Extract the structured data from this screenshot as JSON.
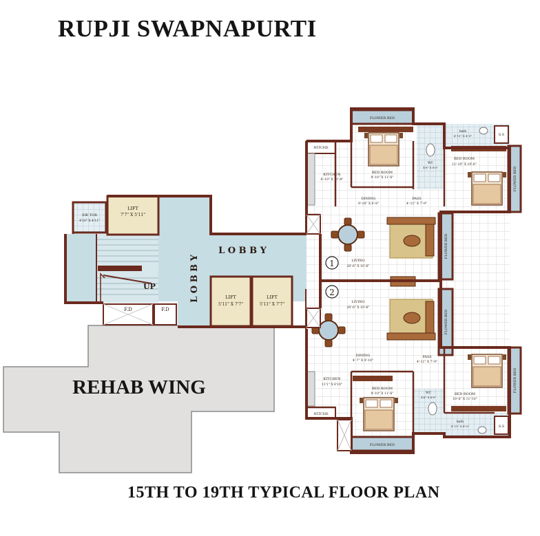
{
  "title": "RUPJI SWAPNAPURTI",
  "subtitle": "15TH TO 19TH TYPICAL FLOOR PLAN",
  "core": {
    "lift_top": "LIFT",
    "lift_top_size": "7'7\" X 5'11\"",
    "sik_tor": "SIK TOR",
    "sik_tor_size": "4'10\" X 4'11\"",
    "lobby_h": "L O B B Y",
    "lobby_v": "L O B B Y",
    "lift_a": "LIFT",
    "lift_a_size": "5'11\" X 7'7\"",
    "lift_b": "LIFT",
    "lift_b_size": "5'11\" X 7'7\"",
    "up": "UP",
    "fd1": "F.D",
    "fd2": "F.D"
  },
  "rehab": "REHAB WING",
  "flat1": {
    "number": "1",
    "flower_bed_top": "FLOWER BED",
    "niche": "NITCHE",
    "kitchen": "KITCHEN",
    "kitchen_size": "6'-10\" X 11'-8\"",
    "bedroom1": "BED ROOM",
    "bedroom1_size": "9'-10\" X 11'-6\"",
    "toilet": "WC",
    "toilet_size": "4'6\" X 6'8\"",
    "bath": "bath",
    "bath_size": "4'-11\" X 4'-0\"",
    "ss": "S.S",
    "bedroom2": "BED ROOM",
    "bedroom2_size": "11'-10\" X 10'-6\"",
    "flower_bed_right": "FLOWER BED",
    "dining": "DINING",
    "dining_size": "9'-10\" X 6'-8\"",
    "pass": "PASS",
    "pass_size": "4'-11\" X 7'-9\"",
    "living": "LIVING",
    "living_size": "20'-6\" X 10'-6\"",
    "flower_bed_living": "FLOWER BED"
  },
  "flat2": {
    "number": "2",
    "living": "LIVING",
    "living_size": "20'-6\" X 10'-6\"",
    "flower_bed_living": "FLOWER BED",
    "dining": "DINING",
    "dining_size": "4'-7\" X 9'-10\"",
    "pass": "PASS",
    "pass_size": "4'-11\" X 7'-9\"",
    "kitchen": "KITCHEN",
    "kitchen_size": "11'1\" X 6'10\"",
    "niche": "NITCHE",
    "bedroom1": "BED ROOM",
    "bedroom1_size": "9'-10\" X 11'-6\"",
    "toilet": "WC",
    "toilet_size": "4'6\" X 6'8\"",
    "bedroom2": "BED ROOM",
    "bedroom2_size": "10'-6\" X 11'-10\"",
    "bath": "bath",
    "bath_size": "4'-11\" X 4'-0\"",
    "ss": "S.S",
    "flower_bed_right": "FLOWER BED",
    "flower_bed_bottom": "FLOWER BED"
  },
  "colors": {
    "wall": "#6b2a1e",
    "floor": "#ffffff",
    "tile": "#d8d8d8",
    "lobby": "#c6dde4",
    "lift": "#efe6c6",
    "rehab": "#e2e0df",
    "flower_bed": "#b9d0dc",
    "wardrobe": "#7a3a22",
    "sofa": "#a86a3a",
    "rug": "#d8c48a"
  }
}
